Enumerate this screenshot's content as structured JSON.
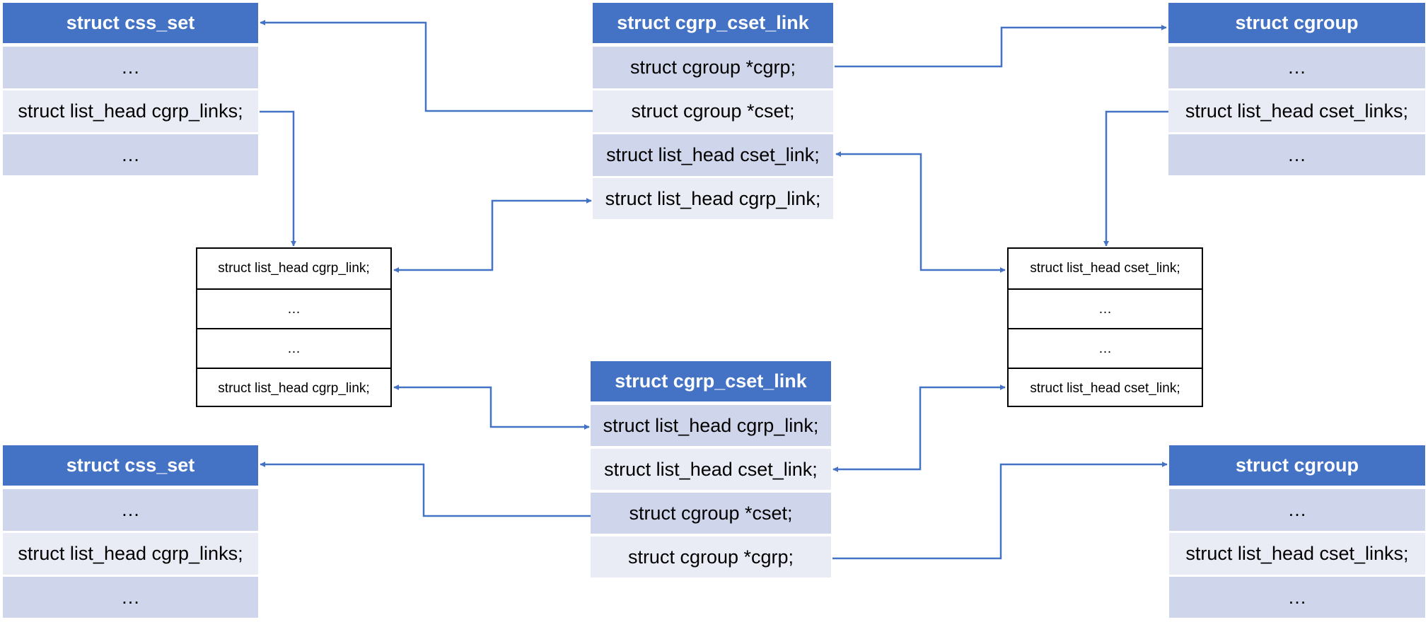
{
  "top_left_css_set": {
    "title": "struct css_set",
    "fields": [
      "…",
      "struct list_head cgrp_links;",
      "…"
    ]
  },
  "top_center_cgrp_cset_link": {
    "title": "struct cgrp_cset_link",
    "fields": [
      "struct cgroup *cgrp;",
      "struct cgroup *cset;",
      "struct list_head cset_link;",
      "struct list_head cgrp_link;"
    ]
  },
  "top_right_cgroup": {
    "title": "struct cgroup",
    "fields": [
      "…",
      "struct list_head cset_links;",
      "…"
    ]
  },
  "left_list": {
    "rows": [
      "struct list_head cgrp_link;",
      "…",
      "…",
      "struct list_head cgrp_link;"
    ]
  },
  "right_list": {
    "rows": [
      "struct list_head cset_link;",
      "…",
      "…",
      "struct list_head cset_link;"
    ]
  },
  "bottom_center_cgrp_cset_link": {
    "title": "struct cgrp_cset_link",
    "fields": [
      "struct list_head cgrp_link;",
      "struct list_head cset_link;",
      "struct cgroup *cset;",
      "struct cgroup *cgrp;"
    ]
  },
  "bottom_left_css_set": {
    "title": "struct css_set",
    "fields": [
      "…",
      "struct list_head cgrp_links;",
      "…"
    ]
  },
  "bottom_right_cgroup": {
    "title": "struct cgroup",
    "fields": [
      "…",
      "struct list_head cset_links;",
      "…"
    ]
  },
  "colors": {
    "header": "#4472C4",
    "row_dark": "#CFD5EA",
    "row_light": "#E9EBF5",
    "arrow": "#4472C4"
  }
}
